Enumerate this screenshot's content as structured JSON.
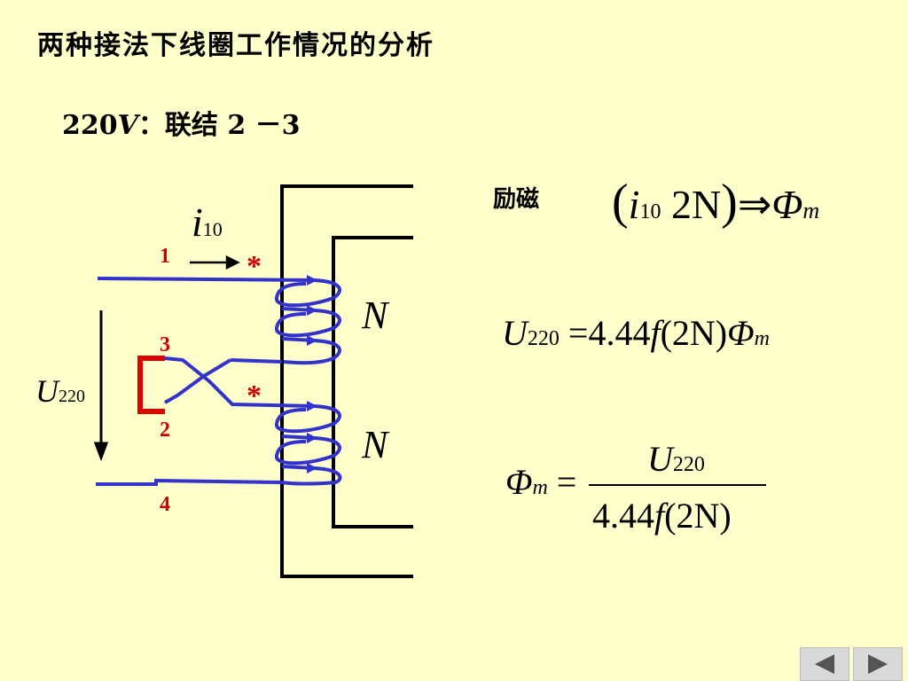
{
  "title": "两种接法下线圈工作情况的分析",
  "subtitle": {
    "voltage": "220",
    "unit": "V",
    "rest": "：联结 2 －3"
  },
  "excitation_label": "励磁",
  "terminals": {
    "t1": "1",
    "t2": "2",
    "t3": "3",
    "t4": "4"
  },
  "star": "*",
  "coil_label": "N",
  "current": {
    "symbol": "i",
    "sub": "10"
  },
  "voltage_label": {
    "symbol": "U",
    "sub": "220"
  },
  "formula1": {
    "lparen": "(",
    "i": "i",
    "isub": "10",
    "twoN": "2N",
    "rparen": ")",
    "arrow": "⇒",
    "phi": "Φ",
    "phisub": "m"
  },
  "formula2": {
    "U": "U",
    "Usub": "220",
    "eq": "=",
    "coef": "4.44",
    "f": "f",
    "paren": "(2N)",
    "phi": "Φ",
    "phisub": "m"
  },
  "formula3": {
    "phi": "Φ",
    "phisub": "m",
    "eq": "=",
    "numU": "U",
    "numsub": "220",
    "coef": "4.44",
    "f": "f",
    "paren": "(2N)"
  },
  "nav": {
    "prev_icon": "triangle-left-icon",
    "next_icon": "triangle-right-icon"
  },
  "colors": {
    "wire": "#3333cc",
    "core": "#000000",
    "label": "#cc0000",
    "background": "#ffffcc"
  }
}
